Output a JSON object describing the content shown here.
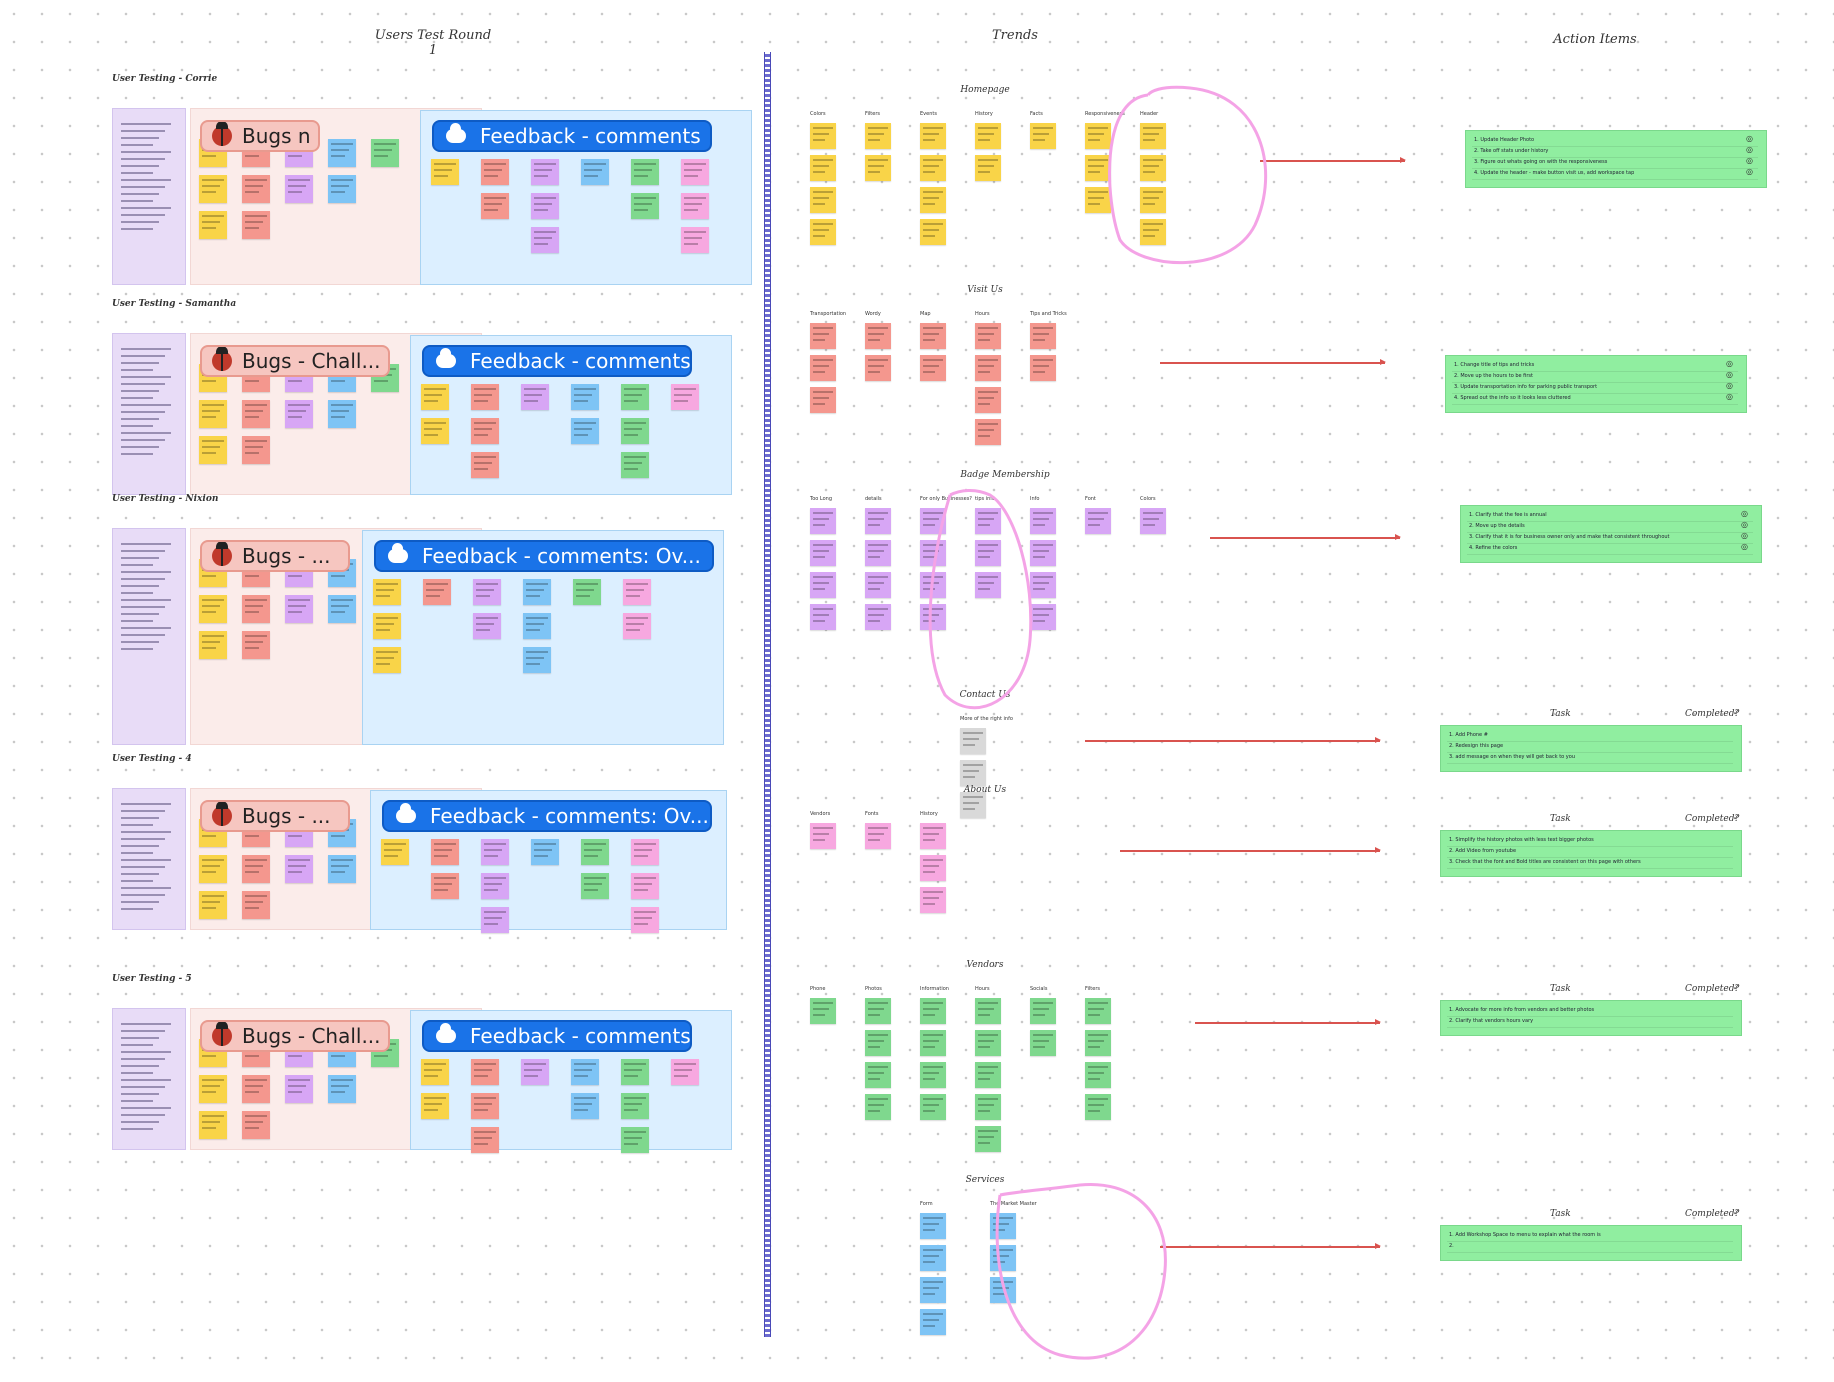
{
  "headings": {
    "users_test_round": "Users Test Round",
    "round_number": "1",
    "trends": "Trends",
    "action_items": "Action Items"
  },
  "user_tests": [
    {
      "label": "User Testing - Corrie",
      "bugs": "Bugs n",
      "feedback": "Feedback - comments"
    },
    {
      "label": "User Testing - Samantha",
      "bugs": "Bugs - Chall...",
      "feedback": "Feedback - comments"
    },
    {
      "label": "User Testing - Nixion",
      "bugs": "Bugs - ...",
      "feedback": "Feedback - comments: Ov..."
    },
    {
      "label": "User Testing - 4",
      "bugs": "Bugs - ...",
      "feedback": "Feedback - comments: Ov..."
    },
    {
      "label": "User Testing - 5",
      "bugs": "Bugs - Chall...",
      "feedback": "Feedback - comments"
    }
  ],
  "trends": [
    {
      "title": "Homepage",
      "columns": [
        "Colors",
        "Filters",
        "Events",
        "History",
        "Facts",
        "Responsiveness",
        "Header"
      ]
    },
    {
      "title": "Visit Us",
      "columns": [
        "Transportation",
        "Wordy",
        "Map",
        "Hours",
        "Tips and Tricks"
      ]
    },
    {
      "title": "Badge Membership",
      "columns": [
        "Too Long",
        "details",
        "For only Businesses?",
        "tips info",
        "Info",
        "Font",
        "Colors"
      ]
    },
    {
      "title": "Contact Us",
      "columns": [
        "More of the right info"
      ]
    },
    {
      "title": "About Us",
      "columns": [
        "Vendors",
        "Fonts",
        "History"
      ]
    },
    {
      "title": "Vendors",
      "columns": [
        "Phone",
        "Photos",
        "Information",
        "Hours",
        "Socials",
        "Filters"
      ]
    },
    {
      "title": "Services",
      "columns": [
        "Form",
        "The Market Master"
      ]
    }
  ],
  "action_groups": [
    {
      "task": "",
      "completed": "",
      "items": [
        "1. Update Header Photo",
        "2. Take off stats under history",
        "3. Figure out whats going on with the responsiveness",
        "4. Update the header - make button visit us, add workspace tap"
      ]
    },
    {
      "task": "",
      "completed": "",
      "items": [
        "1. Change title of tips and tricks",
        "2. Move up the hours to be first",
        "3. Update transportation info for parking public transport",
        "4. Spread out the info so it looks less cluttered"
      ]
    },
    {
      "task": "",
      "completed": "",
      "items": [
        "1. Clarify that the fee is annual",
        "2. Move up the details",
        "3. Clarify that it is for business owner only and make that consistent throughout",
        "4. Refine the colors"
      ]
    },
    {
      "task": "Task",
      "completed": "Completed?",
      "items": [
        "1. Add Phone #",
        "2. Redesign this page",
        "3. add message on when they will get back to you"
      ]
    },
    {
      "task": "Task",
      "completed": "Completed?",
      "items": [
        "1. Simplify the history photos with less text bigger photos",
        "2. Add Video from youtube",
        "3. Check that the font and Bold titles are consistent on this page with others"
      ]
    },
    {
      "task": "Task",
      "completed": "Completed?",
      "items": [
        "1. Advocate for more info from vendors and better photos",
        "2. Clarify that vendors hours vary"
      ]
    },
    {
      "task": "Task",
      "completed": "Completed?",
      "items": [
        "1. Add Workshop Space to menu to explain what the room is",
        "2."
      ]
    }
  ],
  "icons": {
    "check": "circle-check-icon",
    "bug": "ladybug-icon",
    "feedback": "cloud-icon"
  },
  "colors": {
    "sticky_yellow": "#f9d448",
    "sticky_red": "#f4978e",
    "sticky_purple": "#d7a6f5",
    "sticky_blue": "#7ec4f5",
    "sticky_green": "#7fd88e",
    "sticky_pink": "#f7a8e0",
    "action_green": "#90eea0",
    "feedback_blue": "#1a73e8",
    "arrow": "#d9534f",
    "highlight_circle": "#f4a3e6"
  }
}
